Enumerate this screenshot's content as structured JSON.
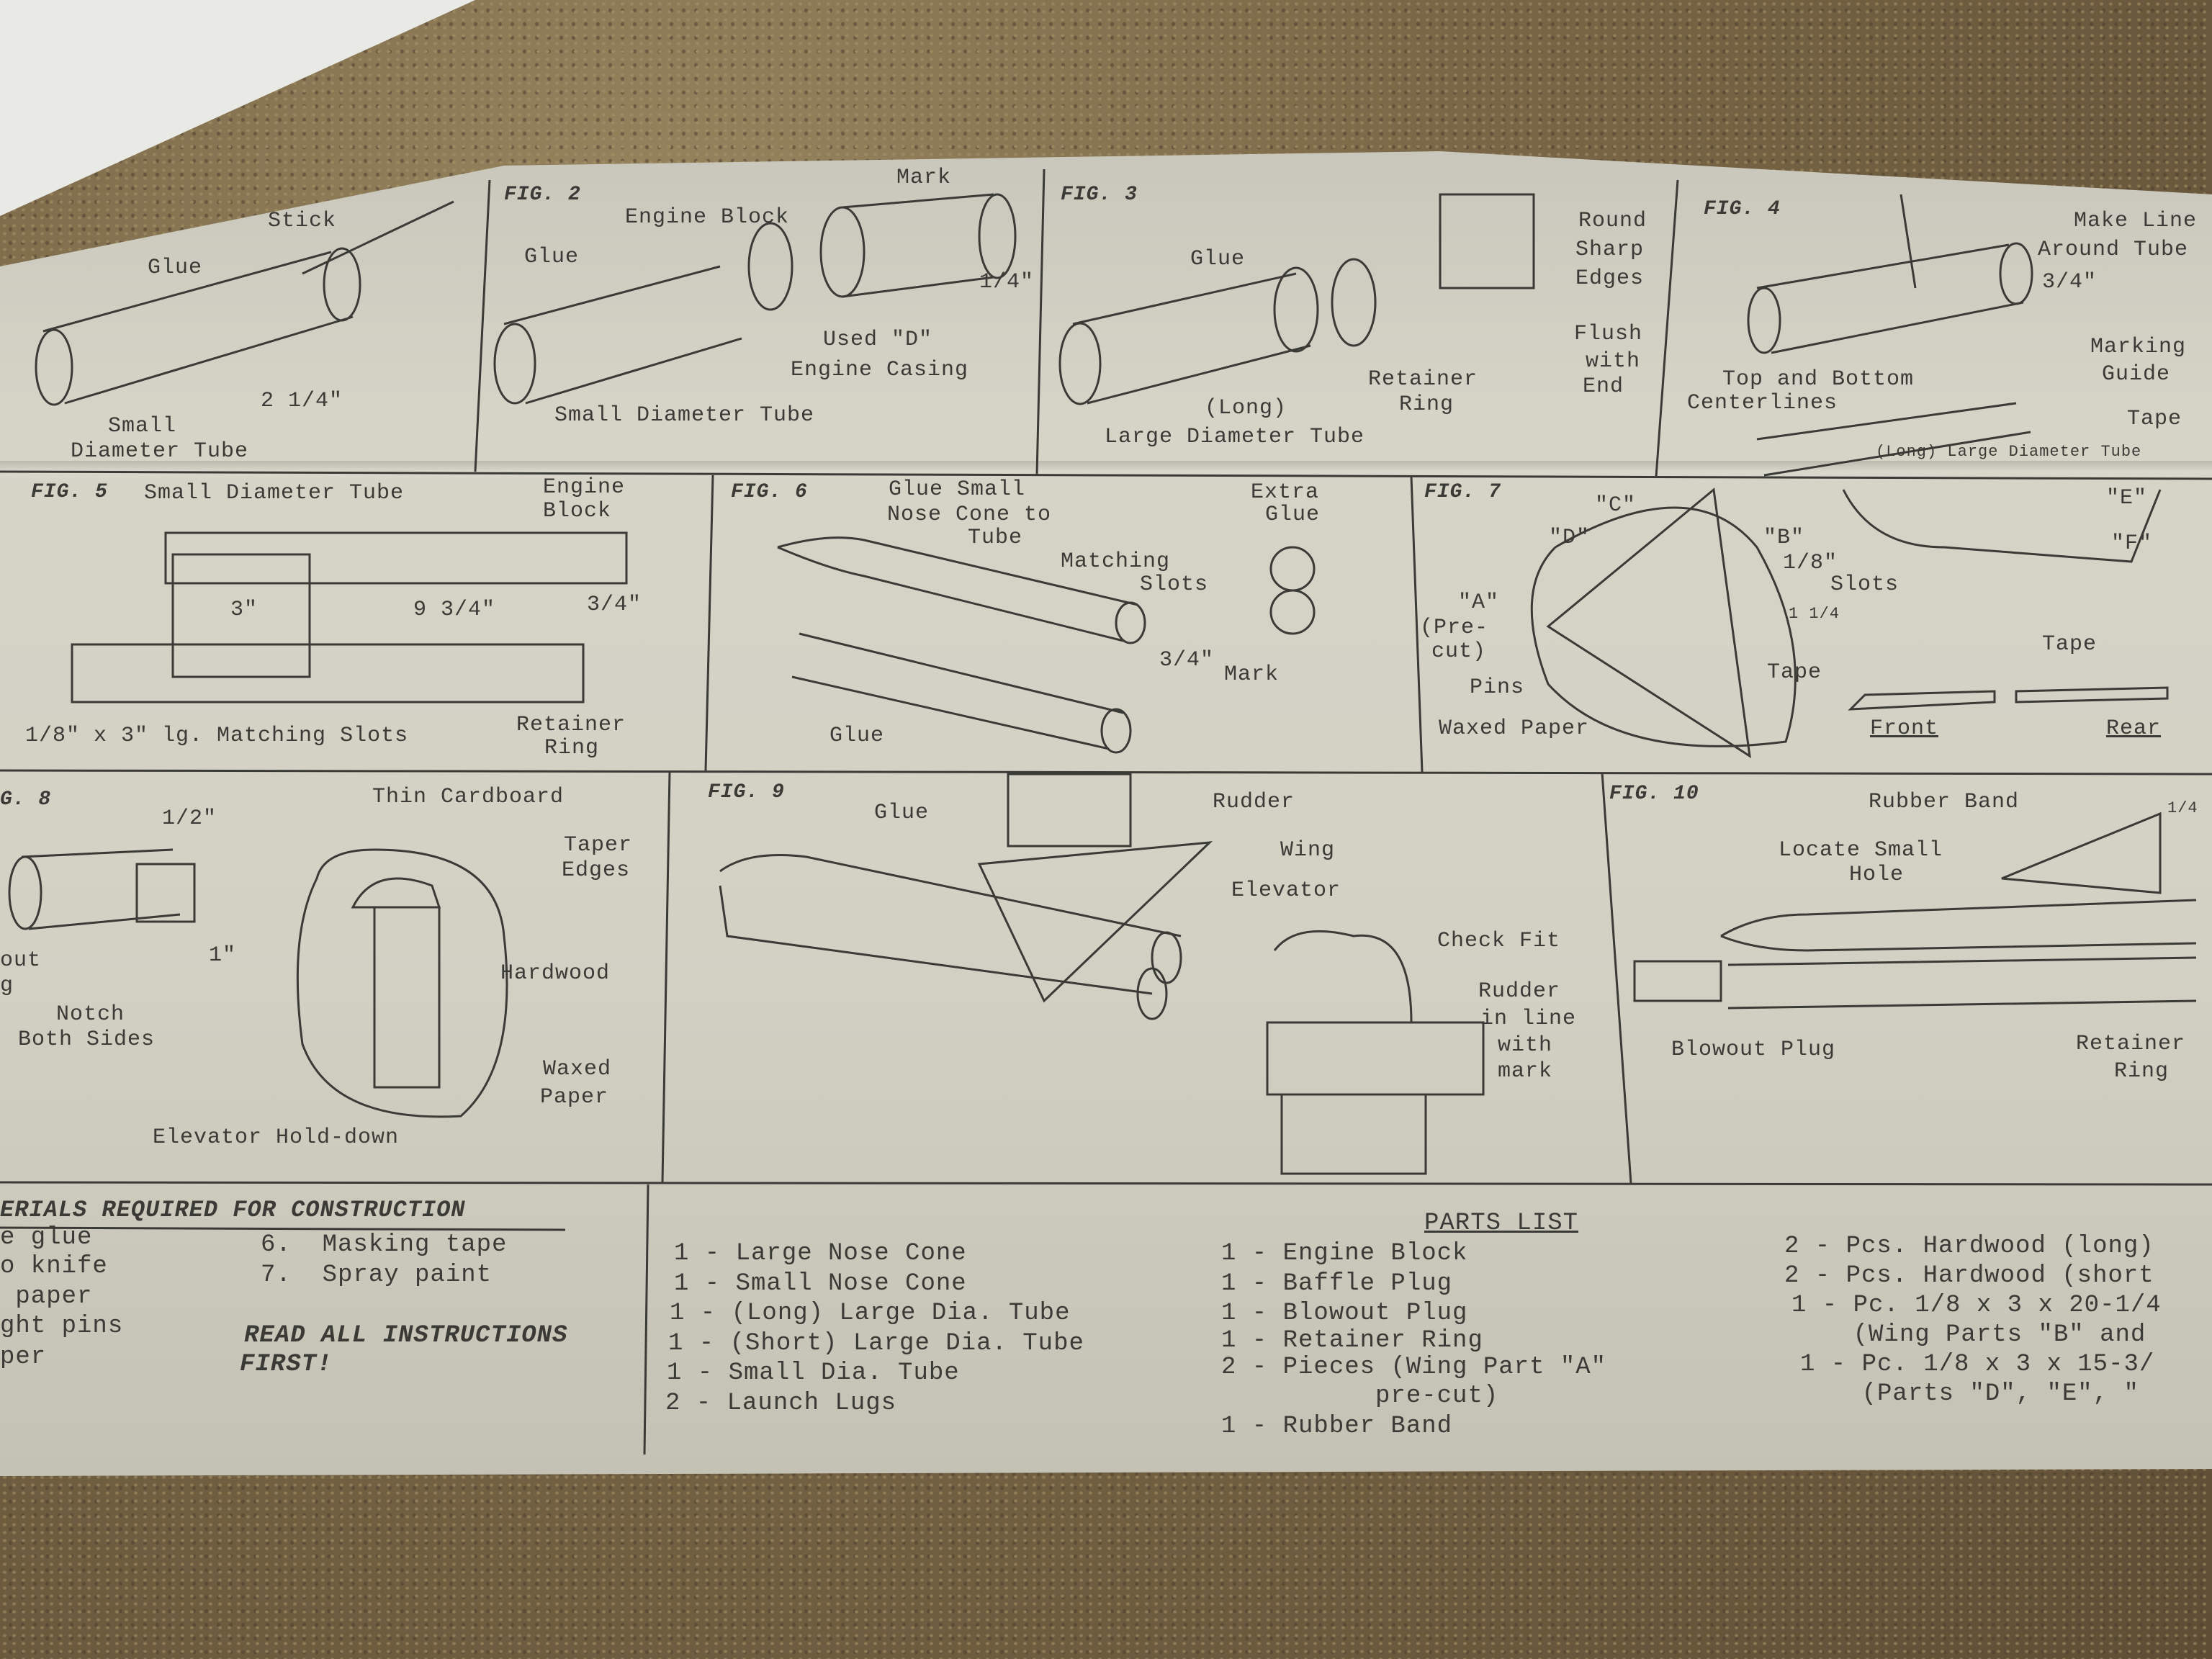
{
  "fig1": {
    "labels": [
      "Stick",
      "Glue",
      "Small",
      "Diameter Tube",
      "2 1/4\""
    ]
  },
  "fig2": {
    "title": "FIG. 2",
    "labels": [
      "Mark",
      "Engine Block",
      "Glue",
      "Used \"D\"",
      "Engine Casing",
      "Small Diameter Tube",
      "1/4\""
    ]
  },
  "fig3": {
    "title": "FIG. 3",
    "labels": [
      "Glue",
      "Round",
      "Sharp",
      "Edges",
      "Flush",
      "with",
      "End",
      "Retainer",
      "Ring",
      "(Long)",
      "Large Diameter Tube"
    ]
  },
  "fig4": {
    "title": "FIG. 4",
    "labels": [
      "Make Line",
      "Around Tube",
      "3/4\"",
      "Marking",
      "Guide",
      "Top and Bottom",
      "Centerlines",
      "Tape",
      "(Long) Large Diameter Tube"
    ]
  },
  "fig5": {
    "title": "FIG. 5",
    "labels": [
      "Small Diameter Tube",
      "Engine",
      "Block",
      "3\"",
      "9 3/4\"",
      "3/4\"",
      "1/8\" x 3\" lg. Matching Slots",
      "Retainer",
      "Ring"
    ]
  },
  "fig6": {
    "title": "FIG. 6",
    "labels": [
      "Glue Small",
      "Nose Cone to",
      "Tube",
      "Matching",
      "Slots",
      "Extra",
      "Glue",
      "3/4\"",
      "Mark",
      "Glue"
    ]
  },
  "fig7": {
    "title": "FIG. 7",
    "labels": [
      "\"C\"",
      "\"D\"",
      "\"B\"",
      "1/8\"",
      "Slots",
      "\"A\"",
      "(Pre-",
      "cut)",
      "1 1/4",
      "Tape",
      "Pins",
      "Waxed Paper",
      "\"E\"",
      "\"F\"",
      "Tape",
      "Front",
      "Rear"
    ]
  },
  "fig8": {
    "title": "G. 8",
    "labels": [
      "1/2\"",
      "Thin Cardboard",
      "Taper",
      "Edges",
      "Hardwood",
      "1\"",
      "out",
      "g",
      "Notch",
      "Both Sides",
      "Waxed",
      "Paper",
      "Elevator Hold-down"
    ]
  },
  "fig9": {
    "title": "FIG. 9",
    "labels": [
      "Glue",
      "Rudder",
      "Wing",
      "Elevator",
      "Check Fit",
      "Rudder",
      "in line",
      "with",
      "mark"
    ]
  },
  "fig10": {
    "title": "FIG. 10",
    "labels": [
      "Rubber Band",
      "1/4",
      "Locate Small",
      "Hole",
      "Blowout Plug",
      "Retainer",
      "Ring"
    ]
  },
  "materials": {
    "heading": "ERIALS REQUIRED FOR CONSTRUCTION",
    "items": [
      "e glue",
      "o knife",
      " paper",
      "ght pins",
      "per",
      "6.  Masking tape",
      "7.  Spray paint"
    ],
    "note": [
      "READ ALL INSTRUCTIONS",
      "FIRST!"
    ]
  },
  "parts": {
    "title": "PARTS LIST",
    "col1": [
      "1 - Large Nose Cone",
      "1 - Small Nose Cone",
      "1 - (Long) Large Dia. Tube",
      "1 - (Short) Large Dia. Tube",
      "1 - Small Dia. Tube",
      "2 - Launch Lugs"
    ],
    "col2": [
      "1 - Engine Block",
      "1 - Baffle Plug",
      "1 - Blowout Plug",
      "1 - Retainer Ring",
      "2 - Pieces (Wing Part \"A\"",
      "          pre-cut)",
      "1 - Rubber Band"
    ],
    "col3": [
      "2 - Pcs. Hardwood (long)",
      "2 - Pcs. Hardwood (short",
      "1 - Pc. 1/8 x 3 x 20-1/4",
      "    (Wing Parts \"B\" and",
      "1 - Pc. 1/8 x 3 x 15-3/",
      "    (Parts \"D\", \"E\", \""
    ]
  }
}
